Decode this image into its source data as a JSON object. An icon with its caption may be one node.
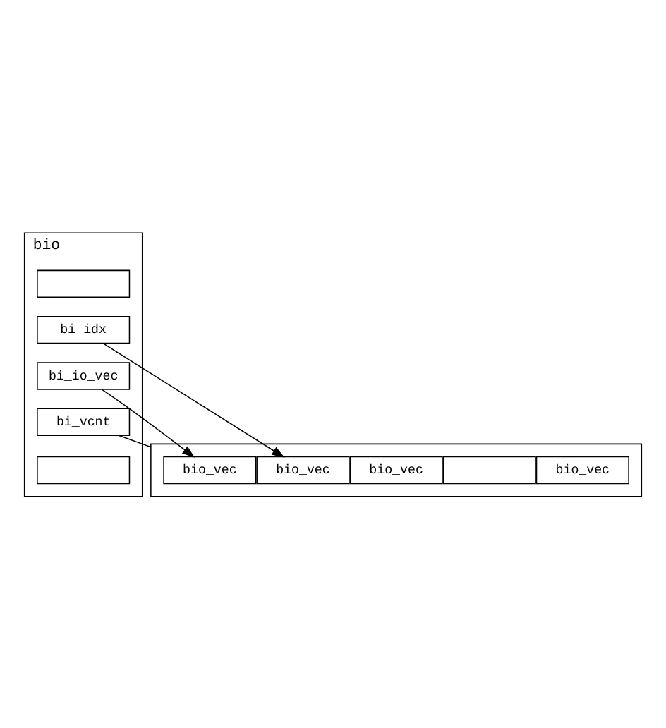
{
  "diagram": {
    "nodes": [
      {
        "text": [
          "bio"
        ]
      },
      {
        "text": [],
        "shape": "box",
        "in": 0
      },
      {
        "text": [
          "bi_idx"
        ],
        "in": 0
      },
      {
        "text": [
          "bi_io_vec"
        ],
        "in": 0
      },
      {
        "text": [
          "bi_vcnt"
        ],
        "in": 0
      },
      {
        "text": [],
        "shape": "box",
        "in": 0
      },
      {
        "text": [],
        "shape": "box"
      },
      {
        "text": [
          "bio_vec"
        ],
        "in": 6
      },
      {
        "text": [
          "bio_vec"
        ],
        "in": 6
      },
      {
        "text": [
          "bio_vec"
        ],
        "in": 6
      },
      {
        "text": [],
        "shape": "box",
        "in": 6
      },
      {
        "text": [
          "bio_vec"
        ],
        "in": 6
      }
    ],
    "edges": [
      {
        "from": 2,
        "to": 8,
        "arrow": "to"
      },
      {
        "from": 3,
        "to": 7,
        "arrow": "to"
      },
      {
        "from": 4,
        "to": 6,
        "arrow": "none"
      }
    ]
  }
}
